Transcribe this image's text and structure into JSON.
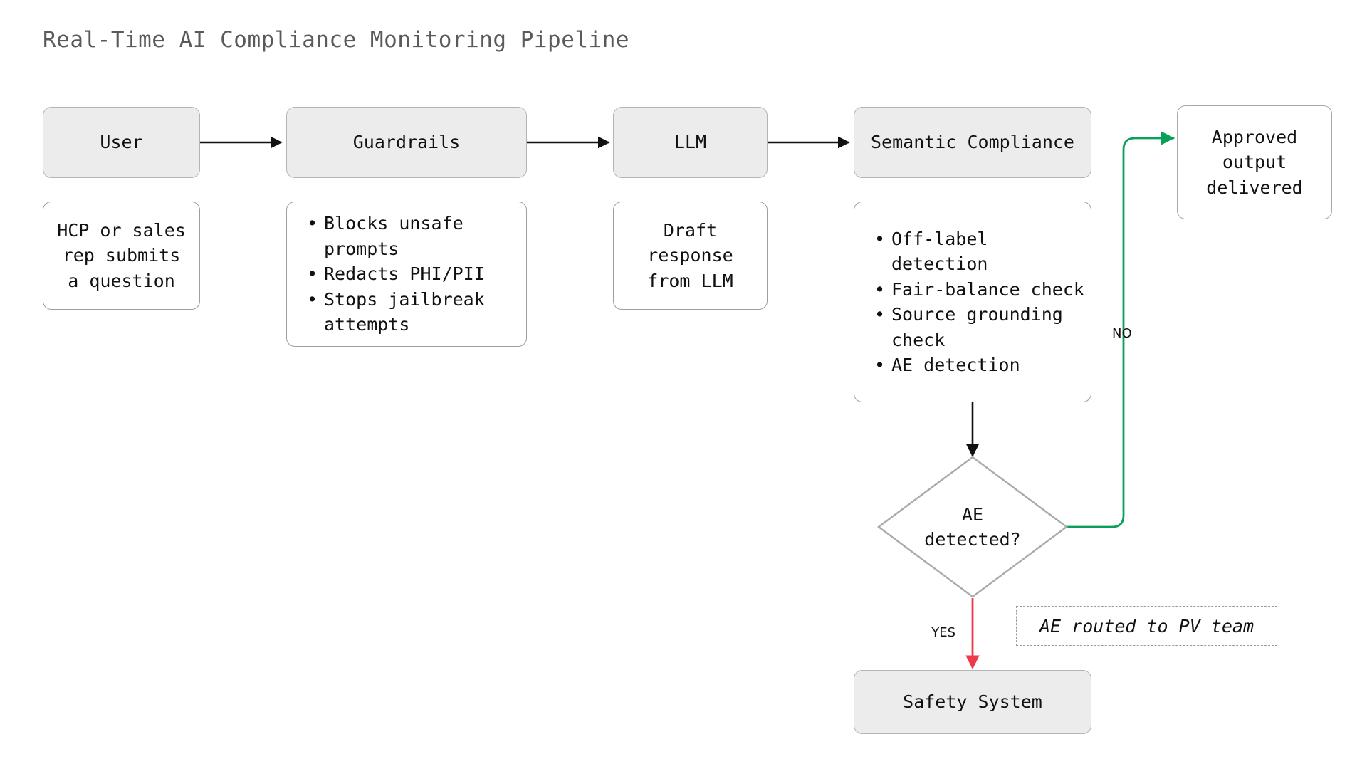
{
  "page": {
    "title": "Real-Time AI Compliance Monitoring Pipeline",
    "background": "#ffffff"
  },
  "colors": {
    "stage_fill": "#ececec",
    "stage_border": "#b4b4b4",
    "detail_fill": "#ffffff",
    "detail_border": "#9e9e9e",
    "arrow_default": "#111111",
    "arrow_yes": "#ee3b4b",
    "arrow_no": "#0aa05a",
    "title_text": "#5a5a5a",
    "note_border": "#9a9a9a"
  },
  "nodes": {
    "user": {
      "label": "User"
    },
    "guardrails": {
      "label": "Guardrails"
    },
    "llm": {
      "label": "LLM"
    },
    "semantic_compliance": {
      "label": "Semantic Compliance"
    },
    "approved_output": {
      "label": "Approved\noutput\ndelivered"
    },
    "decision": {
      "label": "AE\ndetected?"
    },
    "safety_system": {
      "label": "Safety System"
    }
  },
  "details": {
    "user": {
      "text": "HCP or sales\nrep submits\na question"
    },
    "guardrails": {
      "bullets": [
        "Blocks unsafe prompts",
        "Redacts PHI/PII",
        "Stops jailbreak attempts"
      ]
    },
    "llm": {
      "text": "Draft\nresponse\nfrom LLM"
    },
    "semantic_compliance": {
      "bullets": [
        "Off-label detection",
        "Fair-balance check",
        "Source grounding check",
        "AE detection"
      ]
    }
  },
  "note": {
    "text": "AE routed to PV team"
  },
  "edge_labels": {
    "no": "NO",
    "yes": "YES"
  },
  "chart_data": {
    "type": "diagram",
    "title": "Real-Time AI Compliance Monitoring Pipeline",
    "orientation": "left-to-right with downward decision branch",
    "nodes": [
      {
        "id": "user",
        "label": "User",
        "shape": "rounded-rect",
        "style": "filled"
      },
      {
        "id": "guardrails",
        "label": "Guardrails",
        "shape": "rounded-rect",
        "style": "filled"
      },
      {
        "id": "llm",
        "label": "LLM",
        "shape": "rounded-rect",
        "style": "filled"
      },
      {
        "id": "semantic_compliance",
        "label": "Semantic Compliance",
        "shape": "rounded-rect",
        "style": "filled"
      },
      {
        "id": "decision",
        "label": "AE detected?",
        "shape": "diamond",
        "style": "outline"
      },
      {
        "id": "approved_output",
        "label": "Approved output delivered",
        "shape": "rounded-rect",
        "style": "outline"
      },
      {
        "id": "safety_system",
        "label": "Safety System",
        "shape": "rounded-rect",
        "style": "filled"
      },
      {
        "id": "note",
        "label": "AE routed to PV team",
        "shape": "dashed-rect",
        "style": "note"
      }
    ],
    "edges": [
      {
        "from": "user",
        "to": "guardrails",
        "label": "",
        "color": "#111111"
      },
      {
        "from": "guardrails",
        "to": "llm",
        "label": "",
        "color": "#111111"
      },
      {
        "from": "llm",
        "to": "semantic_compliance",
        "label": "",
        "color": "#111111"
      },
      {
        "from": "semantic_compliance",
        "to": "decision",
        "label": "",
        "color": "#111111"
      },
      {
        "from": "decision",
        "to": "approved_output",
        "label": "NO",
        "color": "#0aa05a"
      },
      {
        "from": "decision",
        "to": "safety_system",
        "label": "YES",
        "color": "#ee3b4b"
      }
    ]
  }
}
